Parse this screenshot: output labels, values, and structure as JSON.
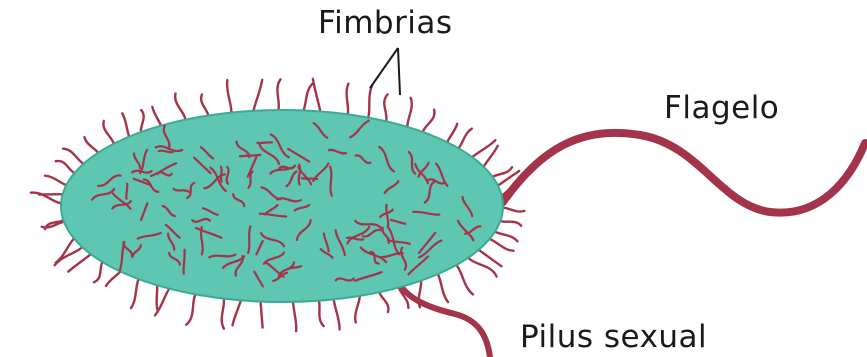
{
  "labels": {
    "fimbrias": "Fimbrias",
    "flagelo": "Flagelo",
    "pilus": "Pilus sexual"
  },
  "colors": {
    "cell_fill": "#5ec6b1",
    "cell_stroke": "#3aab95",
    "appendage": "#a4344a",
    "pointer": "#1a1a1a"
  },
  "icons": {
    "cell": "bacterium-body",
    "fimbriae": "fimbriae-hairs",
    "flagellum": "flagellum-tail",
    "pilus": "sex-pilus"
  }
}
